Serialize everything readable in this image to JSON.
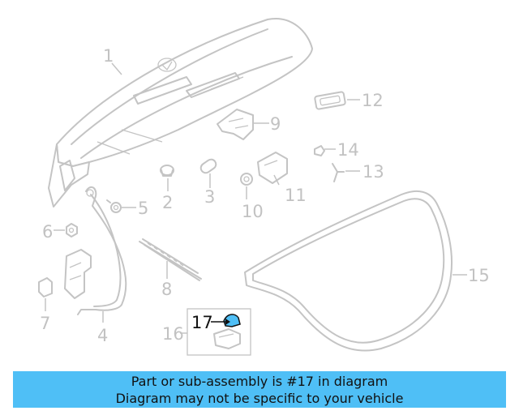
{
  "callouts": {
    "c1": "1",
    "c2": "2",
    "c3": "3",
    "c4": "4",
    "c5": "5",
    "c6": "6",
    "c7": "7",
    "c8": "8",
    "c9": "9",
    "c10": "10",
    "c11": "11",
    "c12": "12",
    "c13": "13",
    "c14": "14",
    "c15": "15",
    "c16": "16",
    "c17": "17"
  },
  "highlight": {
    "part_number": "17",
    "color": "#4fbff6"
  },
  "banner": {
    "line1": "Part or sub-assembly is #17 in diagram",
    "line2": "Diagram may not be specific to your vehicle",
    "background": "#4fbff6"
  }
}
